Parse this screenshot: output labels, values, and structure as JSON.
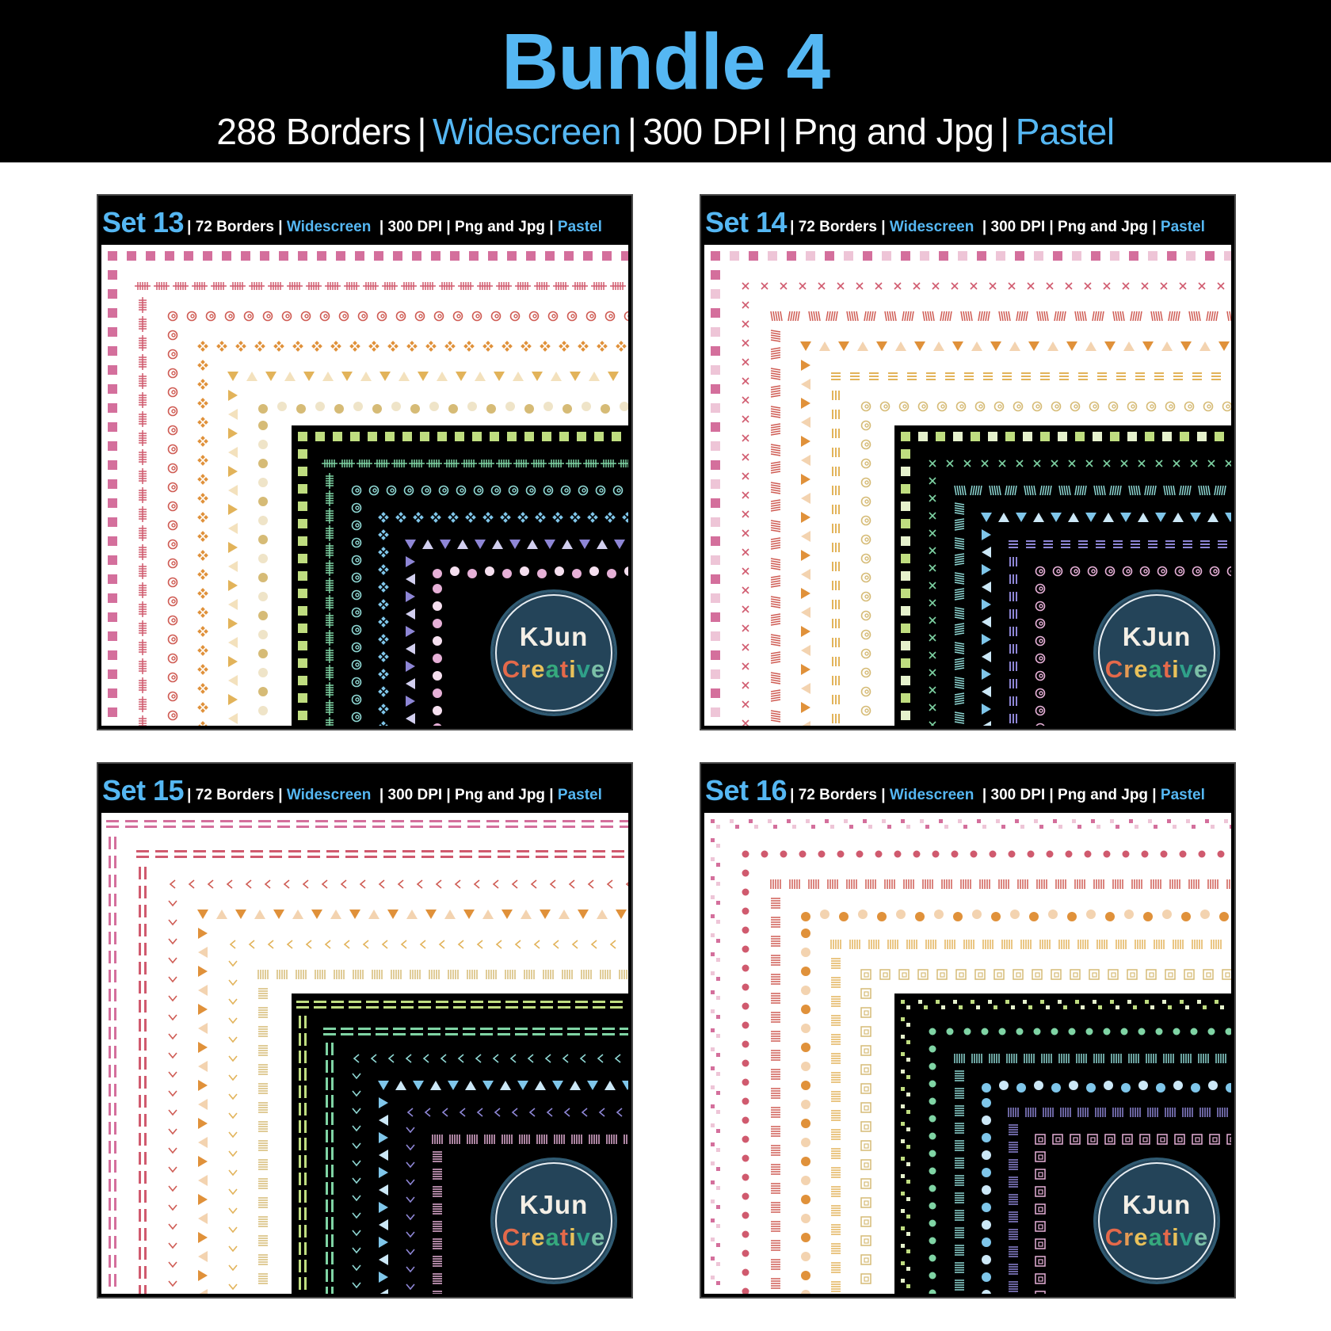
{
  "header": {
    "title": "Bundle 4",
    "subtitle": {
      "count": "288 Borders",
      "format": "Widescreen",
      "dpi": "300 DPI",
      "files": "Png and Jpg",
      "style": "Pastel",
      "separator": "|"
    },
    "title_color": "#55b7f3"
  },
  "panels": [
    {
      "set": "Set 13",
      "count": "72 Borders",
      "format": "Widescreen",
      "dpi": "300 DPI",
      "files": "Png and Jpg",
      "style": "Pastel",
      "light_colors": [
        "#d46f9c",
        "#d05a6e",
        "#cf5c54",
        "#e0913a",
        "#e2b35a",
        "#d6bb76"
      ],
      "dark_colors": [
        "#bfdd80",
        "#7fd4a4",
        "#8fd8d4",
        "#7fc6ea",
        "#8e86d6",
        "#e6b0d7"
      ],
      "patterns": [
        "squares",
        "ticks",
        "spirals",
        "diamonds",
        "triangles",
        "dots"
      ],
      "logo": {
        "line1": "KJun",
        "line2": "Creative"
      }
    },
    {
      "set": "Set 14",
      "count": "72 Borders",
      "format": "Widescreen",
      "dpi": "300 DPI",
      "files": "Png and Jpg",
      "style": "Pastel",
      "light_colors": [
        "#d46f9c",
        "#d05a6e",
        "#cf5c54",
        "#e0913a",
        "#e2b35a",
        "#d6bb76"
      ],
      "dark_colors": [
        "#bfdd80",
        "#7fd4a4",
        "#8fd8d4",
        "#7fc6ea",
        "#8e86d6",
        "#e6b0d7"
      ],
      "patterns": [
        "checker-squares",
        "x-equals",
        "slashes",
        "triangles",
        "equals",
        "spiral-equals"
      ],
      "logo": {
        "line1": "KJun",
        "line2": "Creative"
      }
    },
    {
      "set": "Set 15",
      "count": "72 Borders",
      "format": "Widescreen",
      "dpi": "300 DPI",
      "files": "Png and Jpg",
      "style": "Pastel",
      "light_colors": [
        "#d46f9c",
        "#d05a6e",
        "#cf5c54",
        "#e0913a",
        "#e2b35a",
        "#d6bb76"
      ],
      "dark_colors": [
        "#bfdd80",
        "#7fd4a4",
        "#8fd8d4",
        "#7fc6ea",
        "#8e86d6",
        "#e6b0d7"
      ],
      "patterns": [
        "double-dash",
        "stripe-blocks",
        "chevrons",
        "striped-triangles",
        "arrows",
        "barcode"
      ],
      "logo": {
        "line1": "KJun",
        "line2": "Creative"
      }
    },
    {
      "set": "Set 16",
      "count": "72 Borders",
      "format": "Widescreen",
      "dpi": "300 DPI",
      "files": "Png and Jpg",
      "style": "Pastel",
      "light_colors": [
        "#d46f9c",
        "#d05a6e",
        "#cf5c54",
        "#e0913a",
        "#e2b35a",
        "#d6bb76"
      ],
      "dark_colors": [
        "#bfdd80",
        "#7fd4a4",
        "#8fd8d4",
        "#7fc6ea",
        "#8e86d6",
        "#e6b0d7"
      ],
      "patterns": [
        "pixel-checker",
        "dot-equals",
        "ladder",
        "striped-ovals",
        "ruler",
        "greek-key"
      ],
      "logo": {
        "line1": "KJun",
        "line2": "Creative"
      }
    }
  ]
}
